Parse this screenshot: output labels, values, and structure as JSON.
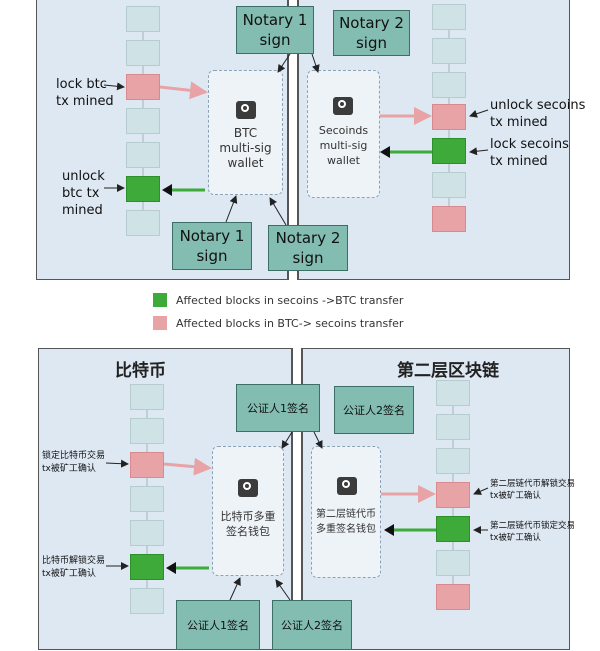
{
  "top_diagram": {
    "btc_wallet": "BTC\nmulti-sig\nwallet",
    "sidechain_wallet": "Secoinds\nmulti-sig\nwallet",
    "notary1_top": "Notary 1\nsign",
    "notary2_top": "Notary 2\nsign",
    "notary1_bottom": "Notary 1\nsign",
    "notary2_bottom": "Notary 2\nsign",
    "lock_btc": "lock btc\ntx mined",
    "unlock_btc": "unlock\nbtc tx\nmined",
    "unlock_secoins": "unlock secoins\ntx mined",
    "lock_secoins": "lock secoins\ntx mined"
  },
  "legend": {
    "green": "Affected blocks in secoins ->BTC transfer",
    "pink": "Affected blocks in BTC-> secoins transfer",
    "green_color": "#3daa3a",
    "pink_color": "#e8a3a6"
  },
  "bottom_diagram": {
    "left_title": "比特币",
    "right_title": "第二层区块链",
    "btc_wallet": "比特币多重\n签名钱包",
    "sidechain_wallet": "第二层链代币\n多重签名钱包",
    "notary1_top": "公证人1签名",
    "notary2_top": "公证人2签名",
    "notary1_bottom": "公证人1签名",
    "notary2_bottom": "公证人2签名",
    "lock_btc": "锁定比特币交易\ntx被矿工确认",
    "unlock_btc": "比特币解锁交易\ntx被矿工确认",
    "unlock_sidechain": "第二层链代币解锁交易\ntx被矿工确认",
    "lock_sidechain": "第二层链代币锁定交易\ntx被矿工确认"
  }
}
